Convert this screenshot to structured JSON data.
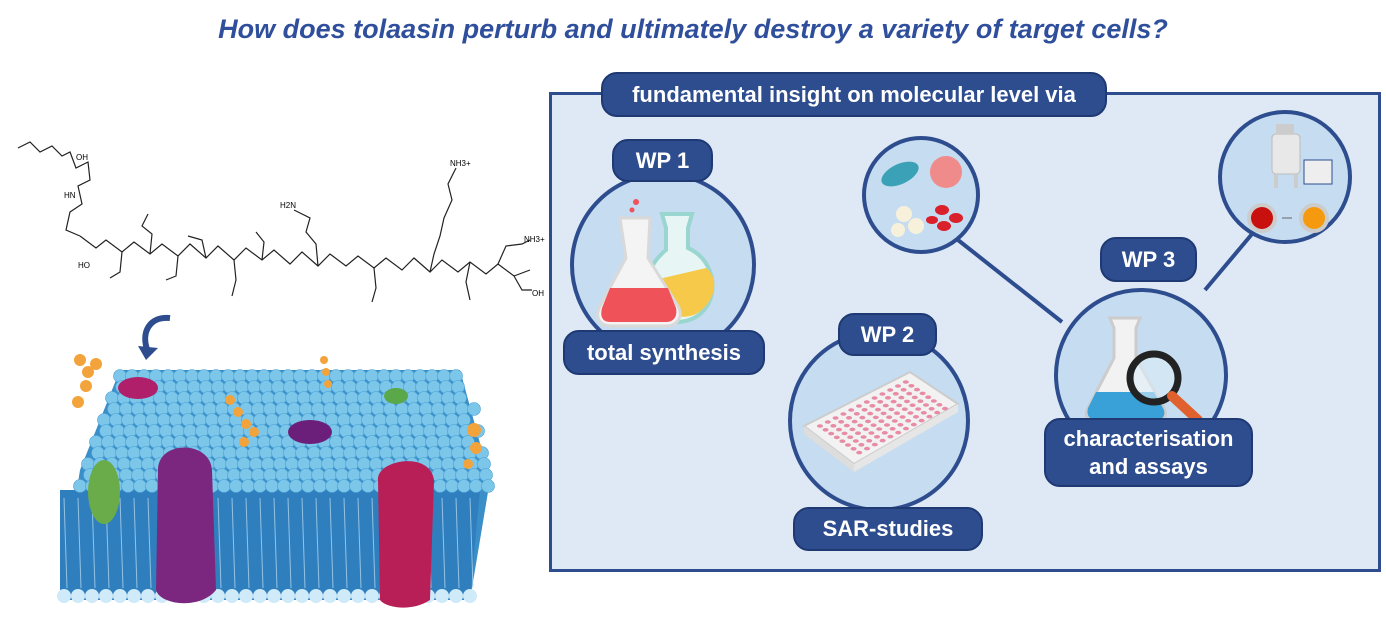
{
  "title": "How does tolaasin perturb and ultimately destroy a variety of target cells?",
  "panel": {
    "header": "fundamental insight on molecular level via",
    "wp1": {
      "label": "WP 1",
      "caption": "total synthesis"
    },
    "wp2": {
      "label": "WP 2",
      "caption": "SAR-studies"
    },
    "wp3": {
      "label": "WP 3",
      "caption_line1": "characterisation",
      "caption_line2": "and assays"
    }
  },
  "structure": {
    "labels": [
      "OH",
      "HN",
      "NH3+",
      "NH3+",
      "H2N",
      "HO",
      "OH"
    ]
  },
  "colors": {
    "title": "#2f4f9c",
    "accent": "#2e4d8f",
    "panel_bg": "#dee9f5",
    "circle_bg": "#c6dcf0"
  }
}
